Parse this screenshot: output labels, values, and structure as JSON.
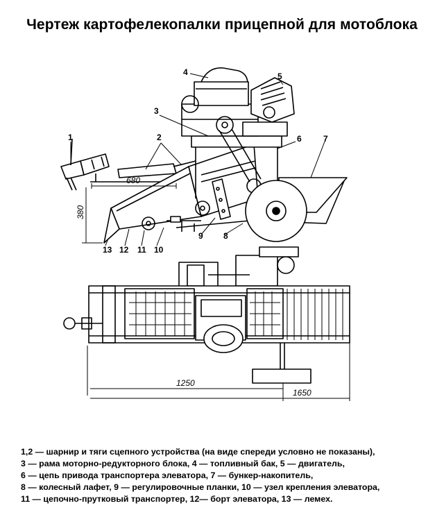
{
  "title": "Чертеж картофелекопалки прицепной для мотоблока",
  "callouts": [
    "1",
    "2",
    "3",
    "4",
    "5",
    "6",
    "7",
    "8",
    "9",
    "10",
    "11",
    "12",
    "13"
  ],
  "dimensions": {
    "d680": "680",
    "d380": "380",
    "d1250": "1250",
    "d1650": "1650"
  },
  "legend": [
    "1,2 — шарнир и тяги сцепного устройства (на виде спереди условно не показаны),",
    "3 — рама моторно-редукторного блока, 4 — топливный бак, 5 — двигатель,",
    "6 — цепь привода транспортера элеватора, 7 — бункер-накопитель,",
    "8 — колесный лафет, 9 — регулировочные планки, 10 — узел крепления элеватора,",
    "11 — цепочно-прутковый транспортер, 12— борт элеватора, 13 — лемех."
  ]
}
